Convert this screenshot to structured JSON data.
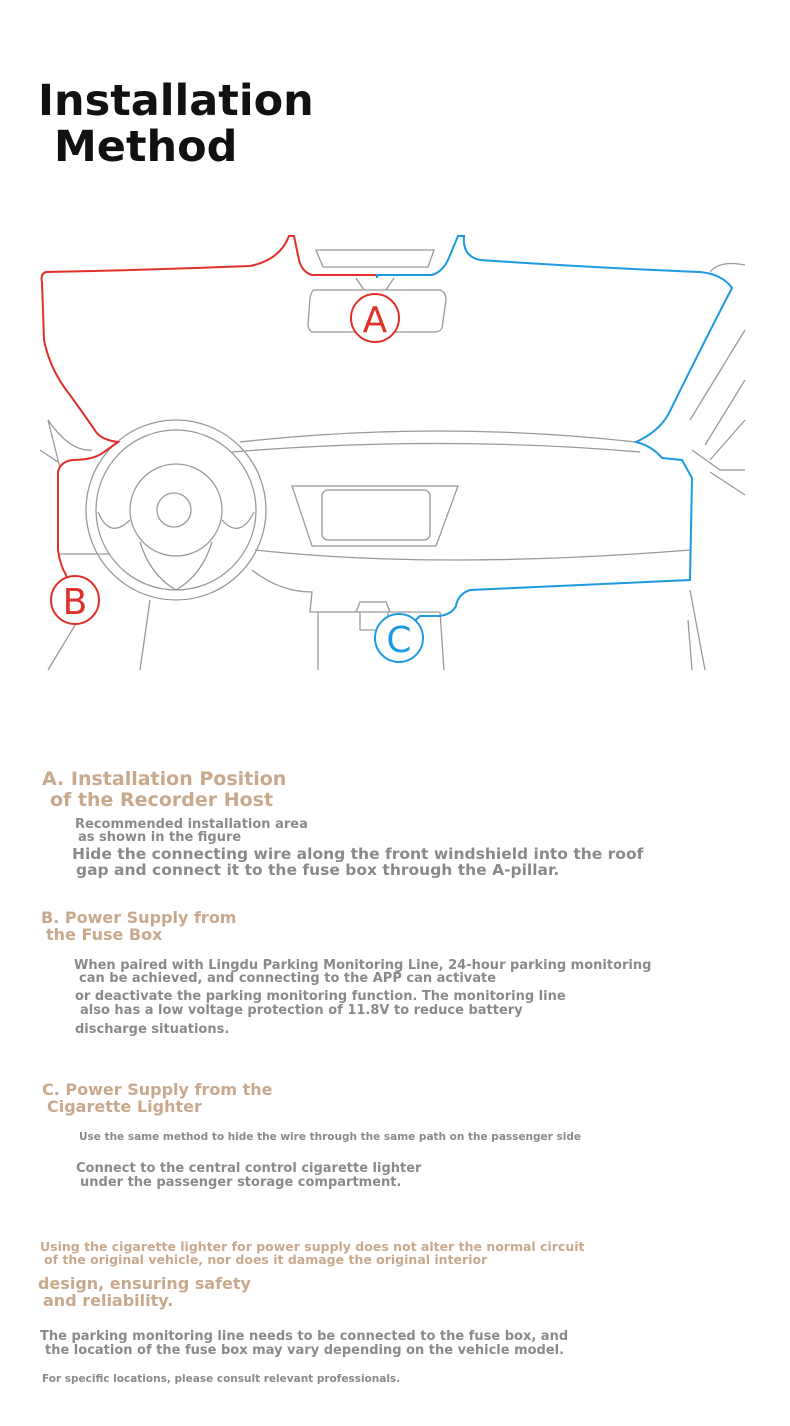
{
  "title": {
    "line1": "Installation",
    "line2": "Method"
  },
  "diagram": {
    "label_a": "A",
    "label_b": "B",
    "label_c": "C",
    "colors": {
      "red_wire": "#e0302a",
      "blue_wire": "#1e9be0",
      "outline": "#9a9a9a"
    }
  },
  "section_a": {
    "heading_line1": "A. Installation Position",
    "heading_line2": "of the Recorder Host",
    "text1_line1": "Recommended installation area",
    "text1_line2": "as shown in the figure",
    "text2_line1": "Hide the connecting wire along the front windshield into the roof",
    "text2_line2": "gap and connect it to the fuse box through the A-pillar."
  },
  "section_b": {
    "heading_line1": "B. Power Supply from",
    "heading_line2": "the Fuse Box",
    "text1_line1": "When paired with Lingdu Parking Monitoring Line, 24-hour parking monitoring",
    "text1_line2": "can be achieved, and connecting to the APP can activate",
    "text2_line1": "or deactivate the parking monitoring function. The monitoring line",
    "text2_line2": "also has a low voltage protection of 11.8V to reduce battery",
    "text3": "discharge situations."
  },
  "section_c": {
    "heading_line1": "C. Power Supply from the",
    "heading_line2": "Cigarette Lighter",
    "text1": "Use the same method to hide the wire through the same path on the passenger side",
    "text2_line1": "Connect to the central control cigarette lighter",
    "text2_line2": "under the passenger storage compartment."
  },
  "note": {
    "line1": "Using the cigarette lighter for power supply does not alter the normal circuit",
    "line2": "of the original vehicle, nor does it damage the original interior",
    "line3": "design, ensuring safety",
    "line4": "and reliability."
  },
  "footer": {
    "line1": "The parking monitoring line needs to be connected to the fuse box, and",
    "line2": "the location of the fuse box may vary depending on the vehicle model.",
    "line3": "For specific locations, please consult relevant professionals."
  }
}
